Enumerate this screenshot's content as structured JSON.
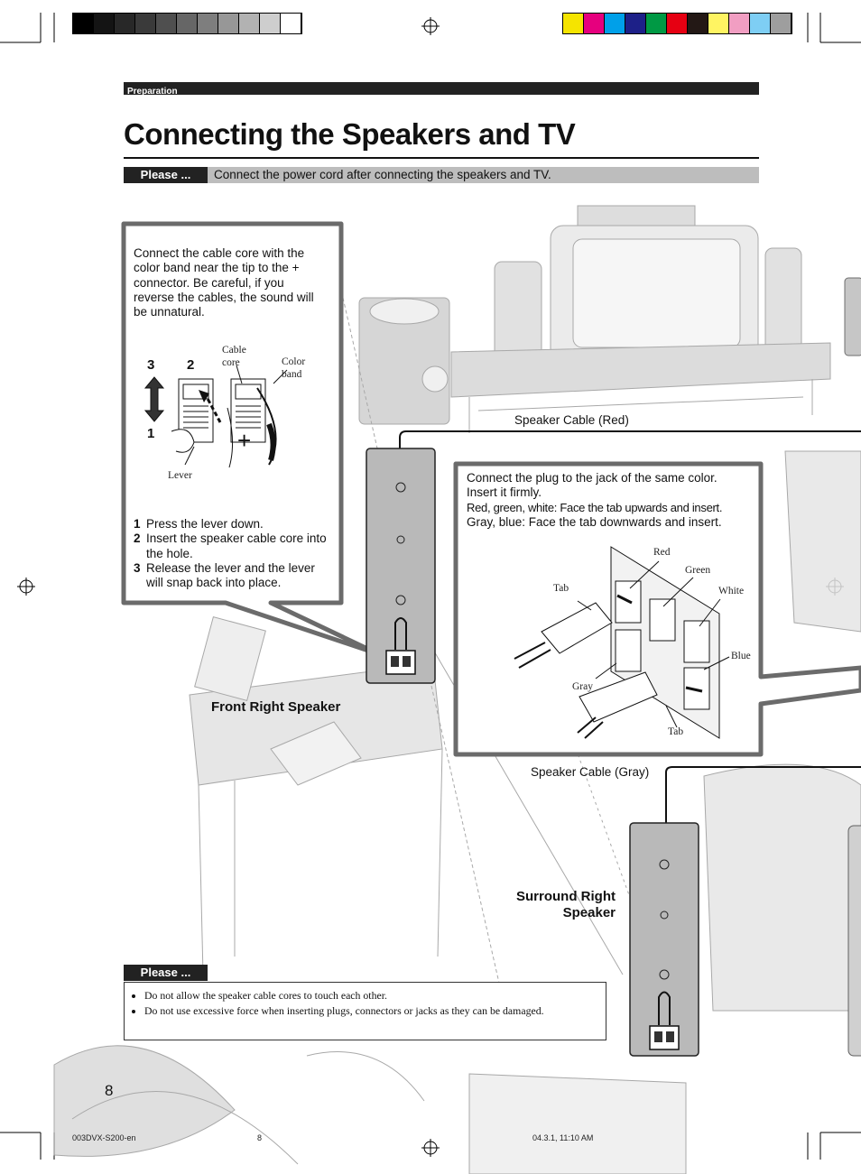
{
  "color_bars": {
    "gray_steps": [
      "#000000",
      "#141414",
      "#282828",
      "#3a3a3a",
      "#4f4f4f",
      "#666666",
      "#7e7e7e",
      "#979797",
      "#b2b2b2",
      "#cecece",
      "#ffffff"
    ],
    "color_steps": [
      "#f5e400",
      "#e6007e",
      "#00a0e9",
      "#1d2088",
      "#009944",
      "#e60012",
      "#231815",
      "#fff462",
      "#f19ec2",
      "#7ecef4",
      "#9e9e9e"
    ]
  },
  "section": {
    "label": "Preparation"
  },
  "page_title": "Connecting the Speakers and TV",
  "please_top": {
    "badge": "Please ...",
    "text": "Connect the power cord after connecting the speakers and TV."
  },
  "callout_left": {
    "text": "Connect the cable core with the color band near the tip to the + connector. Be careful, if you reverse the cables, the sound will be unnatural.",
    "diagram": {
      "num_3": "3",
      "num_2": "2",
      "num_1": "1",
      "cable_core": "Cable core",
      "color_band": "Color band",
      "lever": "Lever",
      "plus": "+"
    },
    "steps": [
      {
        "num": "1",
        "text": "Press the lever down."
      },
      {
        "num": "2",
        "text": "Insert the speaker cable core into the hole."
      },
      {
        "num": "3",
        "text": "Release the lever and the lever will snap back into place."
      }
    ]
  },
  "speaker_cable_red": "Speaker Cable (Red)",
  "speaker_cable_gray": "Speaker Cable (Gray)",
  "front_right_speaker": "Front Right Speaker",
  "surround_right_speaker": "Surround Right Speaker",
  "callout_right": {
    "line1": "Connect the plug to the jack of the same color.",
    "line2": "Insert it firmly.",
    "line3": "Red, green, white: Face the tab upwards and insert.",
    "line4": "Gray, blue: Face the tab downwards and insert.",
    "jack_labels": {
      "red": "Red",
      "green": "Green",
      "white": "White",
      "blue": "Blue",
      "gray": "Gray",
      "tab_top": "Tab",
      "tab_bottom": "Tab"
    }
  },
  "please_bottom": {
    "badge": "Please ...",
    "bullets": [
      "Do not allow the speaker cable cores to touch each other.",
      "Do not use excessive force when inserting plugs, connectors or jacks as they can be damaged."
    ]
  },
  "page_number": "8",
  "footer": {
    "file": "003DVX-S200-en",
    "page": "8",
    "date": "04.3.1, 11:10 AM"
  }
}
